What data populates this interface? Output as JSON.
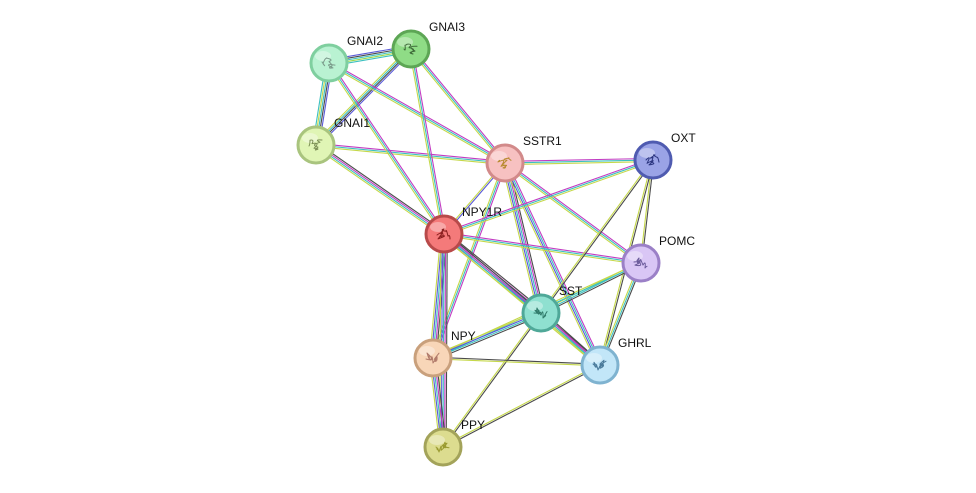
{
  "network": {
    "nodes": [
      {
        "id": "GNAI2",
        "label": "GNAI2",
        "fill": "#b9f2d2",
        "stroke": "#7fcf9f",
        "icon_color": "#7a9a8a"
      },
      {
        "id": "GNAI3",
        "label": "GNAI3",
        "fill": "#8fdc86",
        "stroke": "#5da655",
        "icon_color": "#3f6b3a"
      },
      {
        "id": "GNAI1",
        "label": "GNAI1",
        "fill": "#e0f5b5",
        "stroke": "#a9c47e",
        "icon_color": "#7c8f56"
      },
      {
        "id": "SSTR1",
        "label": "SSTR1",
        "fill": "#f7c1c1",
        "stroke": "#d28a8a",
        "icon_color": "#b88a30"
      },
      {
        "id": "OXT",
        "label": "OXT",
        "fill": "#9aa3e6",
        "stroke": "#4f5bb0",
        "icon_color": "#2c3680"
      },
      {
        "id": "NPY1R",
        "label": "NPY1R",
        "fill": "#f47a7a",
        "stroke": "#b84a4a",
        "icon_color": "#8a1f1f"
      },
      {
        "id": "POMC",
        "label": "POMC",
        "fill": "#d9c6f5",
        "stroke": "#9b80c7",
        "icon_color": "#6a5a9a"
      },
      {
        "id": "SST",
        "label": "SST",
        "fill": "#8fe0d0",
        "stroke": "#4fa898",
        "icon_color": "#2f7a6a"
      },
      {
        "id": "NPY",
        "label": "NPY",
        "fill": "#f8d6b8",
        "stroke": "#c9a07c",
        "icon_color": "#b07a6a"
      },
      {
        "id": "GHRL",
        "label": "GHRL",
        "fill": "#c2e6f8",
        "stroke": "#7fb3d0",
        "icon_color": "#4a7a9a"
      },
      {
        "id": "PPY",
        "label": "PPY",
        "fill": "#dcdc8f",
        "stroke": "#a3a35a",
        "icon_color": "#9a9a30"
      }
    ],
    "edges": [
      {
        "source": "GNAI2",
        "target": "GNAI3",
        "channels": [
          "#5a5ad8",
          "#4a4a4a",
          "#3cc0c0",
          "#9ad84a",
          "#3cc0c0"
        ]
      },
      {
        "source": "GNAI2",
        "target": "GNAI1",
        "channels": [
          "#5a5ad8",
          "#4a4a4a",
          "#3cc0c0",
          "#c5d84a",
          "#3cc0c0"
        ]
      },
      {
        "source": "GNAI3",
        "target": "GNAI1",
        "channels": [
          "#5a5ad8",
          "#4a4a4a",
          "#3cc0c0",
          "#c5d84a"
        ]
      },
      {
        "source": "GNAI2",
        "target": "SSTR1",
        "channels": [
          "#c23cc2",
          "#3cc0c0",
          "#c5d84a"
        ]
      },
      {
        "source": "GNAI3",
        "target": "SSTR1",
        "channels": [
          "#c23cc2",
          "#3cc0c0",
          "#c5d84a"
        ]
      },
      {
        "source": "GNAI1",
        "target": "SSTR1",
        "channels": [
          "#c23cc2",
          "#3cc0c0",
          "#c5d84a"
        ]
      },
      {
        "source": "GNAI2",
        "target": "NPY1R",
        "channels": [
          "#c23cc2",
          "#3cc0c0",
          "#c5d84a"
        ]
      },
      {
        "source": "GNAI3",
        "target": "NPY1R",
        "channels": [
          "#c23cc2",
          "#3cc0c0",
          "#c5d84a"
        ]
      },
      {
        "source": "GNAI1",
        "target": "NPY1R",
        "channels": [
          "#4a4a4a",
          "#c23cc2",
          "#3cc0c0",
          "#c5d84a"
        ]
      },
      {
        "source": "SSTR1",
        "target": "OXT",
        "channels": [
          "#c23cc2",
          "#3cc0c0",
          "#c5d84a"
        ]
      },
      {
        "source": "SSTR1",
        "target": "NPY1R",
        "channels": [
          "#5a5ad8",
          "#c5d84a"
        ]
      },
      {
        "source": "SSTR1",
        "target": "POMC",
        "channels": [
          "#c23cc2",
          "#3cc0c0",
          "#c5d84a"
        ]
      },
      {
        "source": "SSTR1",
        "target": "SST",
        "channels": [
          "#4a4a4a",
          "#c23cc2",
          "#3cc0c0",
          "#5a5ad8",
          "#c5d84a"
        ]
      },
      {
        "source": "SSTR1",
        "target": "GHRL",
        "channels": [
          "#c23cc2",
          "#3cc0c0",
          "#5a5ad8",
          "#c5d84a"
        ]
      },
      {
        "source": "SSTR1",
        "target": "NPY",
        "channels": [
          "#c23cc2",
          "#3cc0c0",
          "#c5d84a"
        ]
      },
      {
        "source": "NPY1R",
        "target": "OXT",
        "channels": [
          "#c23cc2",
          "#3cc0c0",
          "#c5d84a"
        ]
      },
      {
        "source": "NPY1R",
        "target": "POMC",
        "channels": [
          "#c23cc2",
          "#3cc0c0",
          "#c5d84a"
        ]
      },
      {
        "source": "NPY1R",
        "target": "SST",
        "channels": [
          "#4a4a4a",
          "#c23cc2",
          "#3cc0c0",
          "#5a5ad8",
          "#c5d84a"
        ]
      },
      {
        "source": "NPY1R",
        "target": "GHRL",
        "channels": [
          "#4a4a4a",
          "#c23cc2",
          "#3cc0c0",
          "#c5d84a"
        ]
      },
      {
        "source": "NPY1R",
        "target": "NPY",
        "channels": [
          "#4a4a4a",
          "#c23cc2",
          "#3cc0c0",
          "#5a5ad8",
          "#c5d84a"
        ]
      },
      {
        "source": "NPY1R",
        "target": "PPY",
        "channels": [
          "#4a4a4a",
          "#c23cc2",
          "#3cc0c0",
          "#5a5ad8",
          "#c5d84a"
        ]
      },
      {
        "source": "OXT",
        "target": "POMC",
        "channels": [
          "#4a4a4a",
          "#c5d84a"
        ]
      },
      {
        "source": "OXT",
        "target": "SST",
        "channels": [
          "#4a4a4a",
          "#c5d84a"
        ]
      },
      {
        "source": "OXT",
        "target": "GHRL",
        "channels": [
          "#4a4a4a",
          "#c5d84a"
        ]
      },
      {
        "source": "POMC",
        "target": "SST",
        "channels": [
          "#4a4a4a",
          "#3cc0c0",
          "#c5d84a"
        ]
      },
      {
        "source": "POMC",
        "target": "GHRL",
        "channels": [
          "#4a4a4a",
          "#3cc0c0",
          "#c5d84a"
        ]
      },
      {
        "source": "POMC",
        "target": "NPY",
        "channels": [
          "#3cc0c0",
          "#c5d84a"
        ]
      },
      {
        "source": "SST",
        "target": "GHRL",
        "channels": [
          "#4a4a4a",
          "#c23cc2",
          "#3cc0c0",
          "#c5d84a"
        ]
      },
      {
        "source": "SST",
        "target": "NPY",
        "channels": [
          "#4a4a4a",
          "#3cc0c0",
          "#5a5ad8",
          "#c5d84a"
        ]
      },
      {
        "source": "SST",
        "target": "PPY",
        "channels": [
          "#4a4a4a",
          "#c5d84a"
        ]
      },
      {
        "source": "NPY",
        "target": "GHRL",
        "channels": [
          "#4a4a4a",
          "#c5d84a"
        ]
      },
      {
        "source": "NPY",
        "target": "PPY",
        "channels": [
          "#4a4a4a",
          "#c23cc2",
          "#3cc0c0",
          "#5a5ad8",
          "#c5d84a"
        ]
      },
      {
        "source": "GHRL",
        "target": "PPY",
        "channels": [
          "#4a4a4a",
          "#c5d84a"
        ]
      }
    ]
  }
}
